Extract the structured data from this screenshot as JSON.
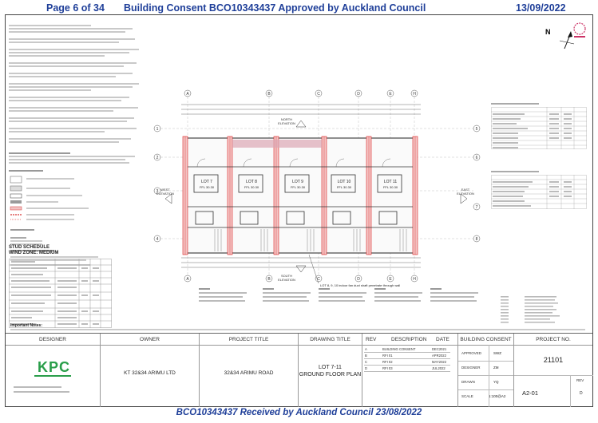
{
  "header": {
    "page_info": "Page 6 of 34",
    "consent_title": "Building Consent BCO10343437 Approved by Auckland Council",
    "date": "13/09/2022"
  },
  "footer": {
    "received": "BCO10343437 Received by Auckland Council 23/08/2022"
  },
  "drawing": {
    "north_label": "N",
    "elevations": {
      "north": "NORTH\nELEVATION",
      "south": "SOUTH\nELEVATION",
      "west": "WEST\nELEVATION",
      "east": "EAST\nELEVATION"
    },
    "grid_letters_top": [
      "A",
      "B",
      "C",
      "D",
      "E",
      "H"
    ],
    "grid_letters_side": [
      "1",
      "2",
      "3",
      "4",
      "5",
      "6",
      "7",
      "8"
    ],
    "lots": [
      {
        "name": "LOT 7",
        "ffl": "FFL 30.30"
      },
      {
        "name": "LOT 8",
        "ffl": "FFL 30.30"
      },
      {
        "name": "LOT 9",
        "ffl": "FFL 30.30"
      },
      {
        "name": "LOT 10",
        "ffl": "FFL 30.30"
      },
      {
        "name": "LOT 11",
        "ffl": "FFL 30.30"
      }
    ],
    "callout": "LOT 8, 9, 10 indoor fan duct shaft penetrate through wall"
  },
  "stud_schedule": {
    "title": "STUD SCHEDULE",
    "subtitle": "WIND ZONE: MEDIUM"
  },
  "title_block": {
    "designer_label": "DESIGNER",
    "owner_label": "OWNER",
    "project_title_label": "PROJECT TITLE",
    "drawing_title_label": "DRAWING TITLE",
    "rev_label": "REV",
    "description_label": "DESCRIPTION",
    "date_label": "DATE",
    "building_consent_label": "BUILDING CONSENT",
    "project_no_label": "PROJECT NO.",
    "designer_logo": "KPC",
    "owner": "KT 32&34 ARIMU LTD",
    "project_title": "32&34 ARIMU ROAD",
    "drawing_title": "LOT 7-11\nGROUND FLOOR PLAN",
    "revisions": [
      {
        "rev": "A",
        "desc": "BUILDING CONSENT",
        "date": "DEC2021"
      },
      {
        "rev": "B",
        "desc": "RFI 01",
        "date": "APR2022"
      },
      {
        "rev": "C",
        "desc": "RFI 02",
        "date": "MAY2022"
      },
      {
        "rev": "D",
        "desc": "RFI 03",
        "date": "JUL2022"
      }
    ],
    "approved_label": "APPROVED",
    "approved": "SWZ",
    "designer_row_label": "DESIGNER",
    "designer_init": "ZM",
    "drawn_label": "DRAWN",
    "drawn": "YQ",
    "scale_label": "SCALE",
    "scale": "1:100@A2",
    "project_no": "21101",
    "sheet_no": "A2-01",
    "rev_value": "D",
    "rev_short": "REV"
  },
  "important_notes_label": "Important Notes:"
}
